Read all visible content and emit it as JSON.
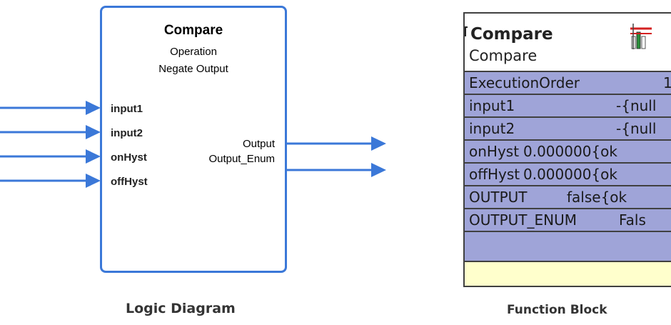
{
  "logic_diagram": {
    "block_title": "Compare",
    "parameters": [
      "Operation",
      "Negate Output"
    ],
    "inputs": [
      "input1",
      "input2",
      "onHyst",
      "offHyst"
    ],
    "outputs": [
      "Output",
      "Output_Enum"
    ],
    "caption": "Logic Diagram"
  },
  "function_block": {
    "name": "Compare",
    "type": "Compare",
    "rows": [
      {
        "name": "ExecutionOrder",
        "value": "1"
      },
      {
        "name": "input1",
        "value": "-{null"
      },
      {
        "name": "input2",
        "value": "-{null"
      },
      {
        "name": "onHyst",
        "value": "0.000000{ok"
      },
      {
        "name": "offHyst",
        "value": "0.000000{ok"
      },
      {
        "name": "OUTPUT",
        "value": "false{ok"
      },
      {
        "name": "OUTPUT_ENUM",
        "value": "Fals"
      }
    ],
    "caption": "Function Block"
  },
  "colors": {
    "line": "#3b78d8",
    "row_fill": "#9fa4d8",
    "footer_fill": "#ffffcc",
    "border": "#404040"
  }
}
